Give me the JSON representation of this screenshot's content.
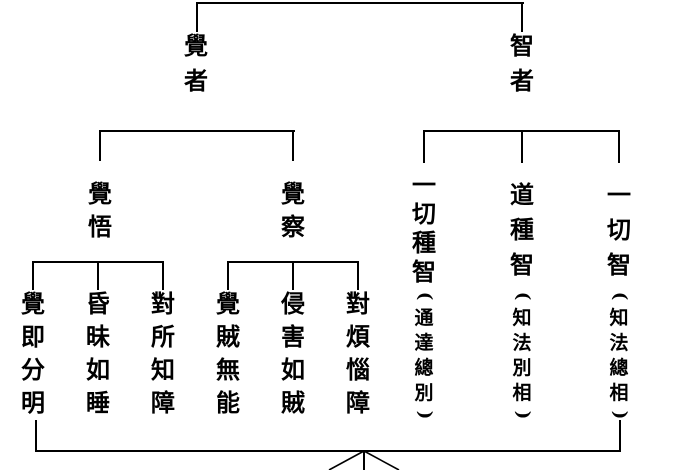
{
  "tree": {
    "paren_open": "(",
    "paren_close": ")",
    "branches": [
      {
        "label": "覺者",
        "children": [
          {
            "label": "覺悟",
            "children": [
              {
                "label": "覺即分明"
              },
              {
                "label": "昏昧如睡"
              },
              {
                "label": "對所知障"
              }
            ]
          },
          {
            "label": "覺察",
            "children": [
              {
                "label": "覺賊無能"
              },
              {
                "label": "侵害如賊"
              },
              {
                "label": "對煩惱障"
              }
            ]
          }
        ]
      },
      {
        "label": "智者",
        "children": [
          {
            "label": "一切種智",
            "note": "通達總別"
          },
          {
            "label": "道種智",
            "note": "知法別相"
          },
          {
            "label": "一切智",
            "note": "知法總相"
          }
        ]
      }
    ]
  }
}
